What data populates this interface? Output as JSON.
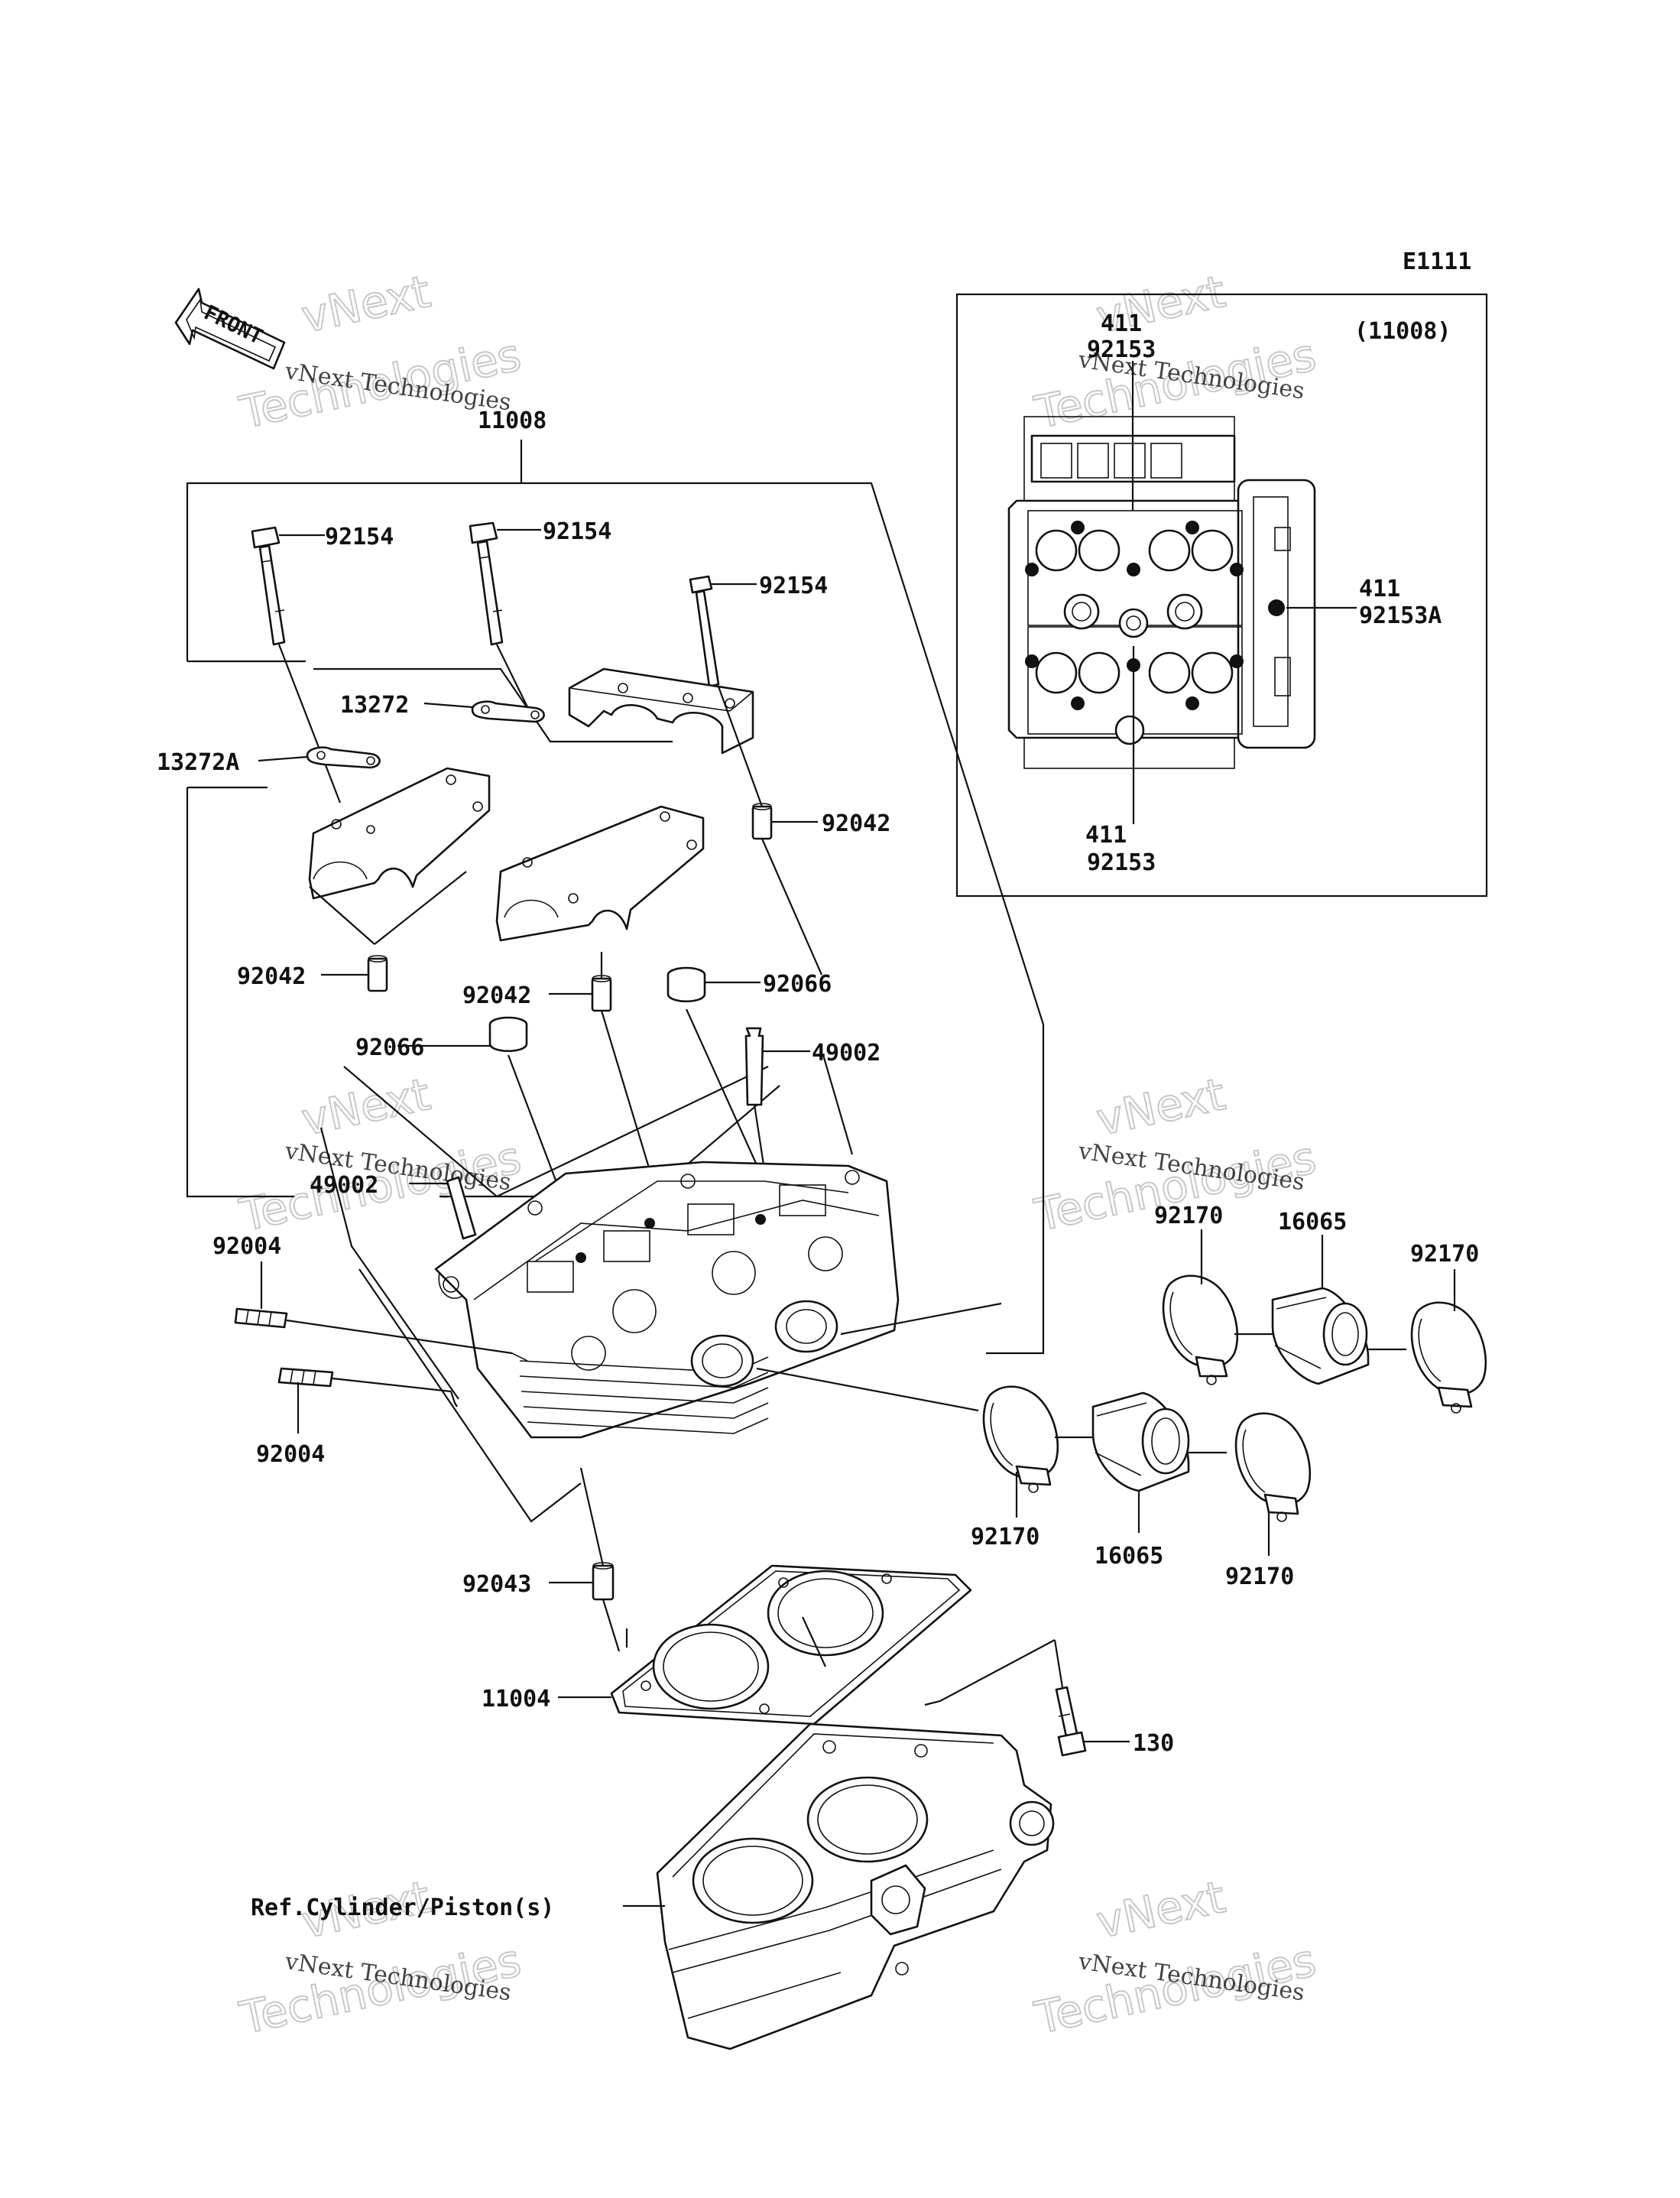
{
  "header": {
    "ref_code": "E1111",
    "front_label": "FRONT"
  },
  "inset": {
    "assembly": "(11008)",
    "labels": {
      "top_411": "411",
      "top_92153": "92153",
      "right_411": "411",
      "right_92153A": "92153A",
      "bottom_411": "411",
      "bottom_92153": "92153"
    }
  },
  "parts": {
    "p11008": "11008",
    "p92154a": "92154",
    "p92154b": "92154",
    "p92154c": "92154",
    "p13272": "13272",
    "p13272A": "13272A",
    "p92042a": "92042",
    "p92042b": "92042",
    "p92042c": "92042",
    "p92066a": "92066",
    "p92066b": "92066",
    "p49002a": "49002",
    "p49002b": "49002",
    "p92004a": "92004",
    "p92004b": "92004",
    "p92170a": "92170",
    "p92170b": "92170",
    "p92170c": "92170",
    "p92170d": "92170",
    "p16065a": "16065",
    "p16065b": "16065",
    "p92043": "92043",
    "p11004": "11004",
    "p130": "130",
    "ref": "Ref.Cylinder/Piston(s)"
  },
  "watermarks": [
    {
      "line1": "vNext Technologies",
      "line2": "vNext",
      "line3": "Technologies"
    },
    {
      "line1": "vNext Technologies",
      "line2": "vNext",
      "line3": "Technologies"
    },
    {
      "line1": "vNext Technologies",
      "line2": "vNext",
      "line3": "Technologies"
    },
    {
      "line1": "vNext Technologies",
      "line2": "vNext",
      "line3": "Technologies"
    },
    {
      "line1": "vNext Technologies",
      "line2": "vNext",
      "line3": "Technologies"
    },
    {
      "line1": "vNext Technologies",
      "line2": "vNext",
      "line3": "Technologies"
    }
  ]
}
